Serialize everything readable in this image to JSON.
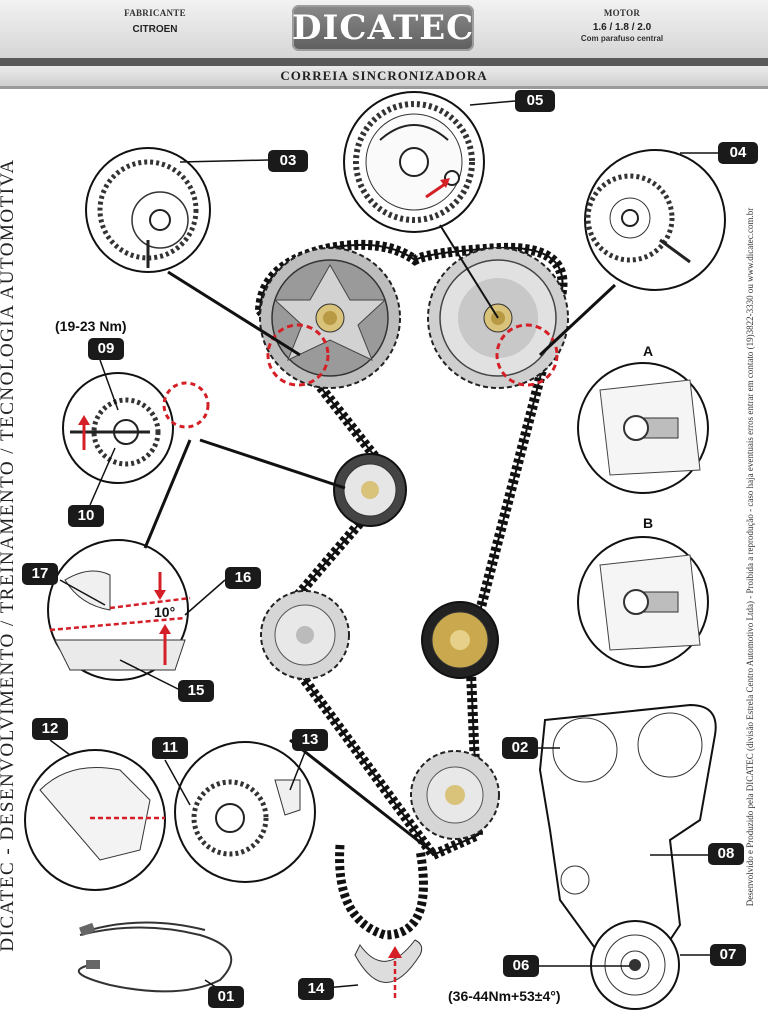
{
  "header": {
    "manufacturer_label": "FABRICANTE",
    "manufacturer": "CITROEN",
    "brand": "DICATEC",
    "engine_label": "MOTOR",
    "engine": "1.6 / 1.8 / 2.0",
    "engine_note": "Com parafuso central"
  },
  "title": "CORREIA SINCRONIZADORA",
  "side_text": "DICATEC - DESENVOLVIMENTO / TREINAMENTO / TECNOLOGIA AUTOMOTIVA",
  "credit_text": "Desenvolvido e Produzido pela DICATEC (divisão Estrela Centro Automotivo Ltda) - Proibida a reprodução - caso haja eventuais erros entrar em contato (19)3822-3330 ou www.dicatec.com.br",
  "labels": {
    "l01": "01",
    "l02": "02",
    "l03": "03",
    "l04": "04",
    "l05": "05",
    "l06": "06",
    "l07": "07",
    "l08": "08",
    "l09": "09",
    "l10": "10",
    "l11": "11",
    "l12": "12",
    "l13": "13",
    "l14": "14",
    "l15": "15",
    "l16": "16",
    "l17": "17"
  },
  "letters": {
    "a": "A",
    "b": "B"
  },
  "torque_top": "(19-23 Nm)",
  "torque_bottom": "(36-44Nm+53±4°)",
  "angle": "10°",
  "colors": {
    "accent_red": "#d41f26",
    "label_bg": "#1a1a1a",
    "header_logo": "#6e6e6e"
  }
}
